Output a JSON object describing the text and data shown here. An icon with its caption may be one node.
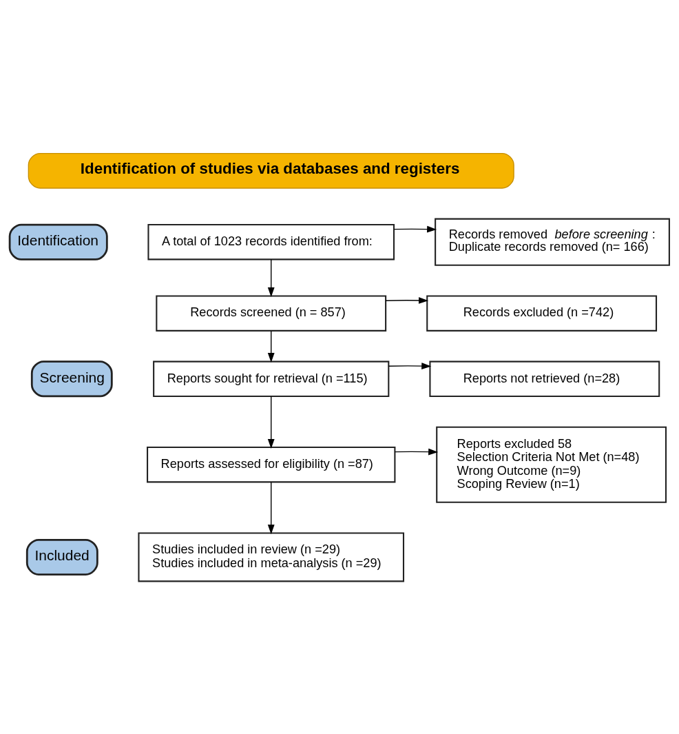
{
  "diagram": {
    "nodes": [
      {
        "text": [
          "Identification of studies via databases and registers"
        ]
      },
      {
        "text": [
          "Identification"
        ]
      },
      {
        "text": [
          "A total of 1023 records identified from:"
        ]
      },
      {
        "text": [
          "Records removed *before screening*:",
          "Duplicate records removed (n= 166)"
        ]
      },
      {
        "text": [
          "Screening"
        ]
      },
      {
        "text": [
          "Records screened (n = 857)"
        ]
      },
      {
        "text": [
          "Records excluded (n =742)"
        ]
      },
      {
        "text": [
          "Reports sought for retrieval (n =115)"
        ]
      },
      {
        "text": [
          "Reports not retrieved (n=28)"
        ]
      },
      {
        "text": [
          "Reports assessed for eligibility (n =87)"
        ]
      },
      {
        "text": [
          "Reports excluded 58",
          "Selection Criteria Not Met (n=48)",
          "Wrong Outcome (n=9)",
          "Scoping Review (n=1)"
        ]
      },
      {
        "text": [
          "Included"
        ]
      },
      {
        "text": [
          "Studies included in review (n =29)",
          "Studies included in meta-analysis (n =29)"
        ]
      }
    ],
    "edges": [
      {
        "from": 2,
        "to": 3,
        "arrow": "to"
      },
      {
        "from": 2,
        "to": 5,
        "arrow": "to"
      },
      {
        "from": 5,
        "to": 6,
        "arrow": "to"
      },
      {
        "from": 5,
        "to": 7,
        "arrow": "to"
      },
      {
        "from": 7,
        "to": 8,
        "arrow": "to"
      },
      {
        "from": 7,
        "to": 9,
        "arrow": "to"
      },
      {
        "from": 9,
        "to": 10,
        "arrow": "to"
      },
      {
        "from": 9,
        "to": 12,
        "arrow": "to"
      }
    ]
  }
}
